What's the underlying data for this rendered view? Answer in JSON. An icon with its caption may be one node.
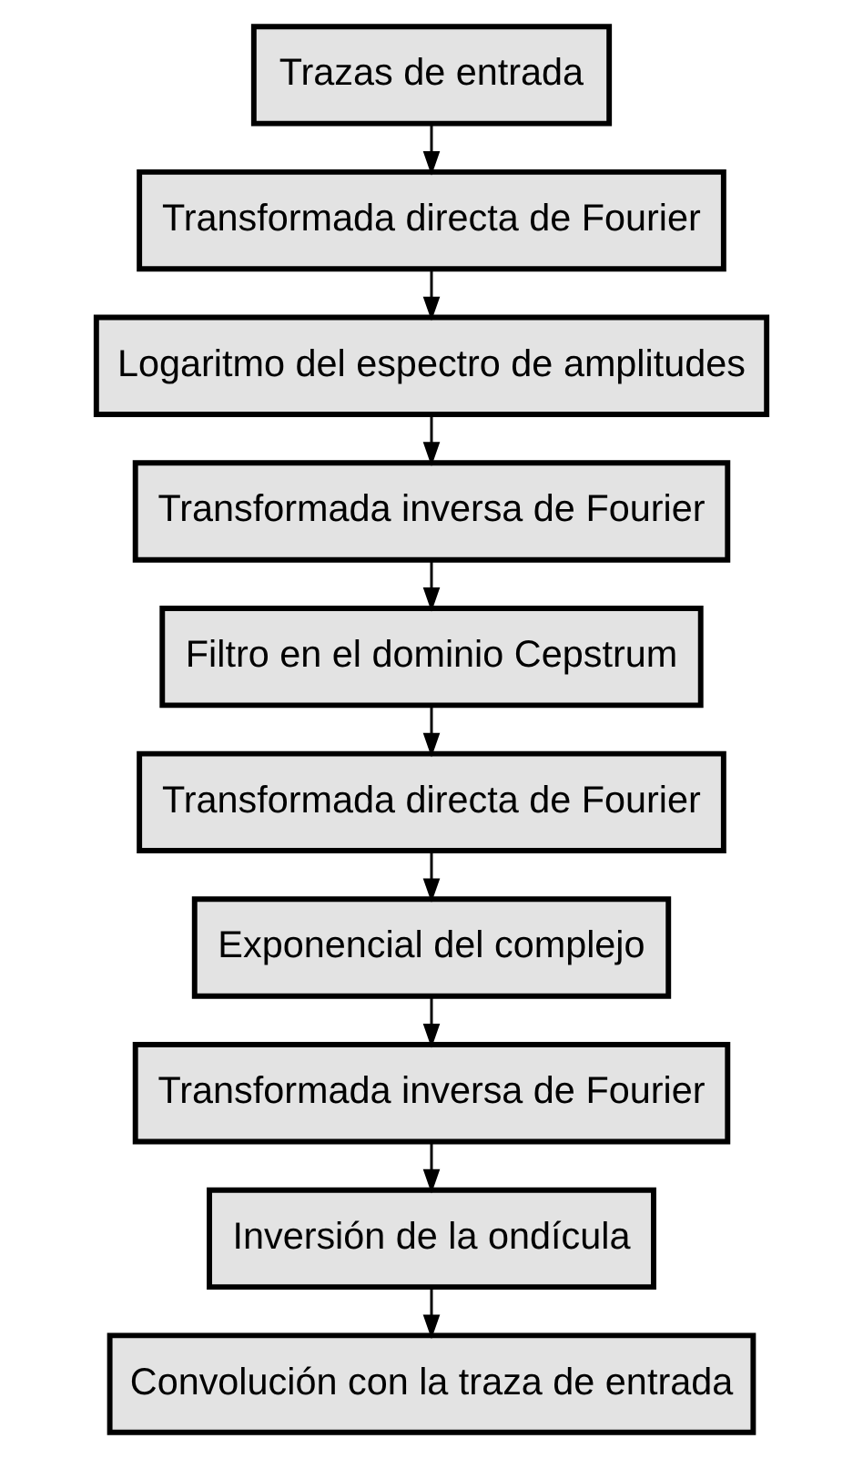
{
  "diagram": {
    "nodes": [
      {
        "text": [
          "Trazas de entrada"
        ]
      },
      {
        "text": [
          "Transformada directa de Fourier"
        ]
      },
      {
        "text": [
          "Logaritmo del espectro de amplitudes"
        ]
      },
      {
        "text": [
          "Transformada inversa de Fourier"
        ]
      },
      {
        "text": [
          "Filtro en el dominio Cepstrum"
        ]
      },
      {
        "text": [
          "Transformada directa de Fourier"
        ]
      },
      {
        "text": [
          "Exponencial del complejo"
        ]
      },
      {
        "text": [
          "Transformada inversa de Fourier"
        ]
      },
      {
        "text": [
          "Inversión de la ondícula"
        ]
      },
      {
        "text": [
          "Convolución con la traza de entrada"
        ]
      }
    ],
    "edges": [
      {
        "from": 0,
        "to": 1,
        "arrow": "to"
      },
      {
        "from": 1,
        "to": 2,
        "arrow": "to"
      },
      {
        "from": 2,
        "to": 3,
        "arrow": "to"
      },
      {
        "from": 3,
        "to": 4,
        "arrow": "to"
      },
      {
        "from": 4,
        "to": 5,
        "arrow": "to"
      },
      {
        "from": 5,
        "to": 6,
        "arrow": "to"
      },
      {
        "from": 6,
        "to": 7,
        "arrow": "to"
      },
      {
        "from": 7,
        "to": 8,
        "arrow": "to"
      },
      {
        "from": 8,
        "to": 9,
        "arrow": "to"
      }
    ]
  }
}
